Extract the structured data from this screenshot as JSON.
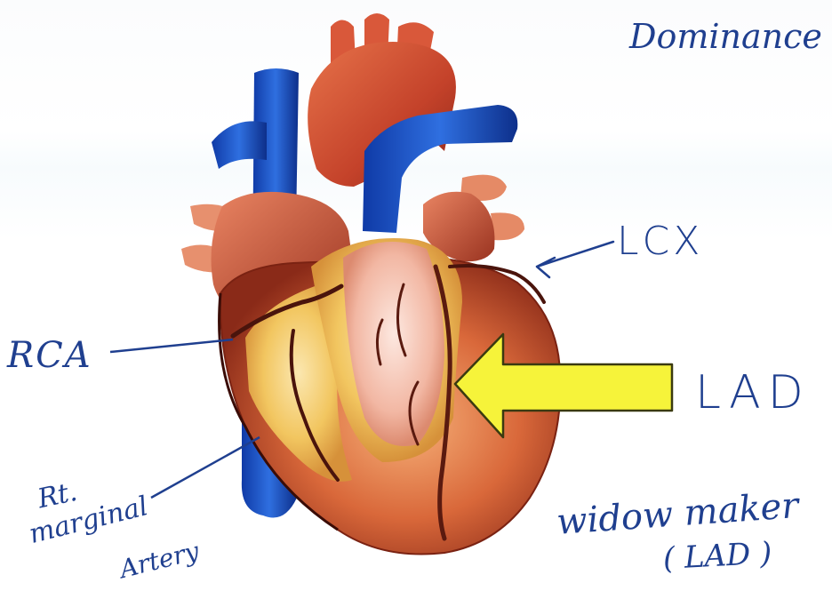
{
  "labels": {
    "dominance": "Dominance -",
    "lcx": "LCX",
    "lad": "LAD",
    "rca": "RCA",
    "rt": "Rt.",
    "marginal": "marginal",
    "artery": "Artery",
    "widow_maker": "widow maker",
    "lad_paren": "( LAD )"
  },
  "colors": {
    "ink": "#1f3f8f",
    "vein_blue": "#1a4fbf",
    "aorta_red": "#c8452a",
    "myocardium": "#d8703f",
    "fat_yellow": "#f0c45a",
    "arrow_yellow": "#f6f33a"
  }
}
